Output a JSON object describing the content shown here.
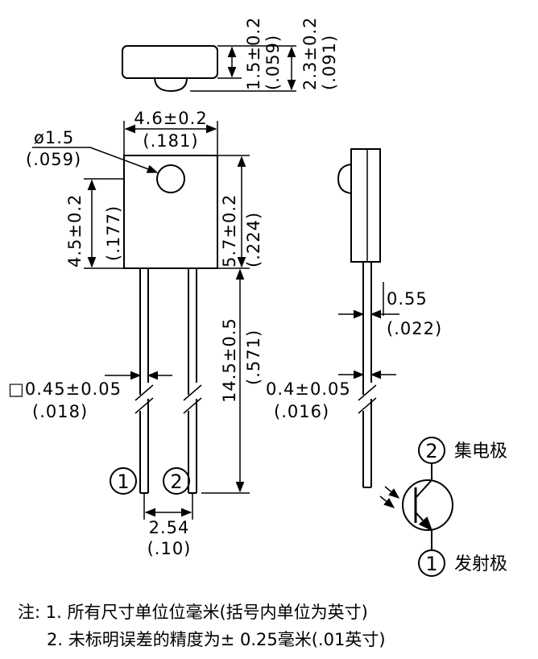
{
  "dims": {
    "top_h1": "1.5±0.2",
    "top_h1_in": "(.059)",
    "top_h2": "2.3±0.2",
    "top_h2_in": "(.091)",
    "body_w": "4.6±0.2",
    "body_w_in": "(.181)",
    "hole_d": "ø1.5",
    "hole_d_in": "(.059)",
    "lens_h": "4.5±0.2",
    "lens_h_in": "(.177)",
    "body_h": "5.7±0.2",
    "body_h_in": "(.224)",
    "lead_len": "14.5±0.5",
    "lead_len_in": "(.571)",
    "lead_sq": "□0.45±0.05",
    "lead_sq_in": "(.018)",
    "pitch": "2.54",
    "pitch_in": "(.10)",
    "side_lead_w": "0.55",
    "side_lead_w_in": "(.022)",
    "side_lead_t": "0.4±0.05",
    "side_lead_t_in": "(.016)"
  },
  "pins": {
    "pin1": "1",
    "pin2": "2"
  },
  "legend": {
    "collector": "集电极",
    "emitter": "发射极",
    "n1": "1",
    "n2": "2"
  },
  "notes": {
    "note1": "注: 1. 所有尺寸单位位毫米(括号内单位为英寸)",
    "note2": "2. 未标明误差的精度为± 0.25毫米(.01英寸)"
  }
}
